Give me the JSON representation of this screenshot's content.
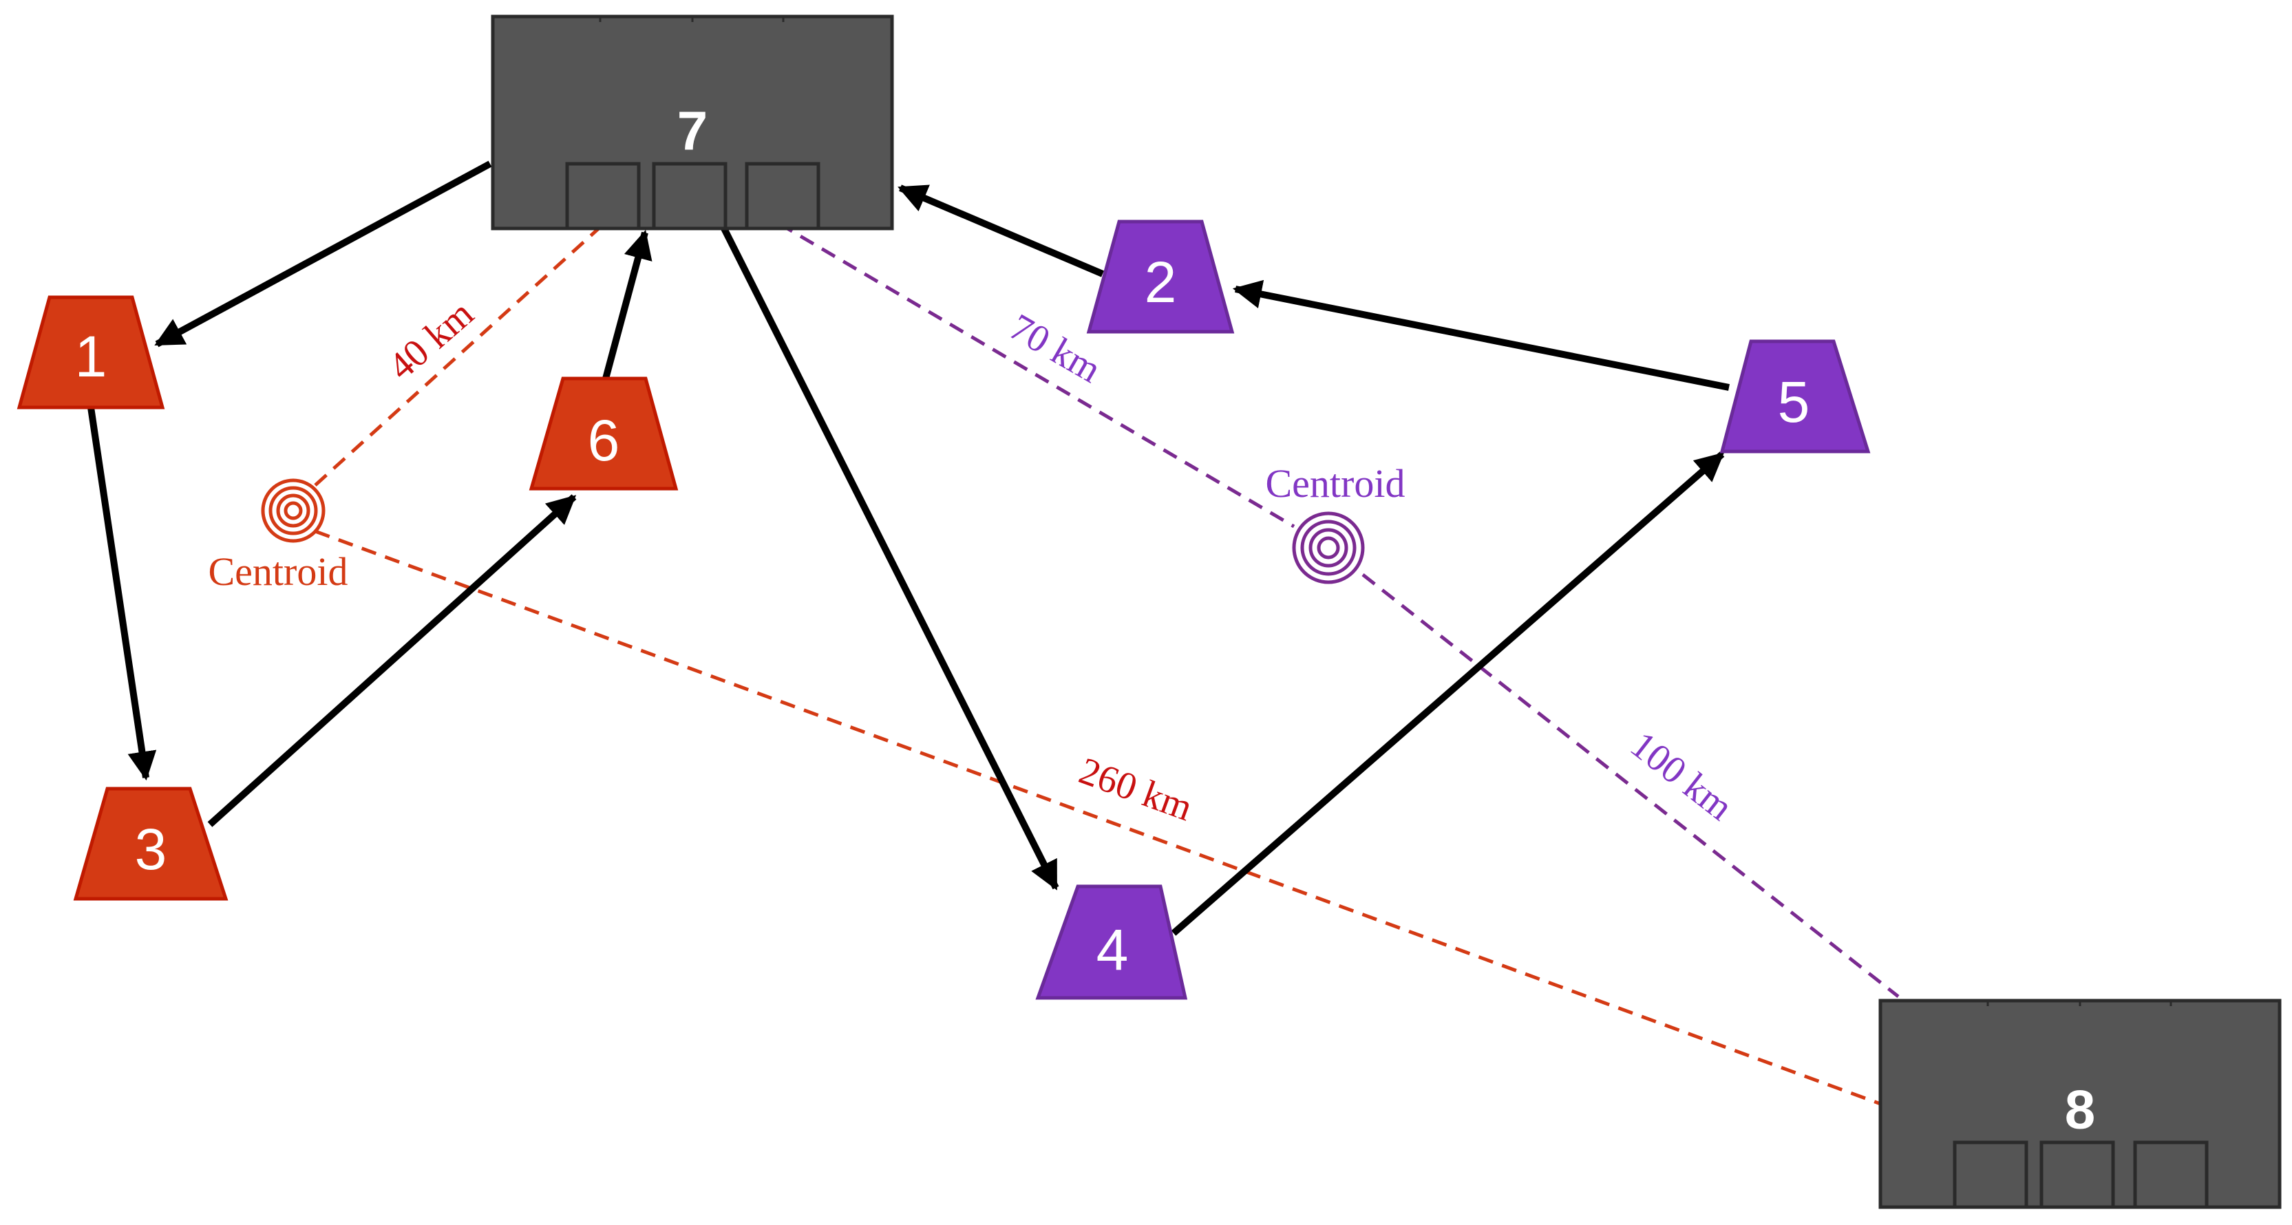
{
  "colors": {
    "red_cluster": "#d43a14",
    "red_stroke": "#c01a00",
    "red_label": "#c81010",
    "purple_cluster": "#8236c4",
    "purple_stroke": "#6a2a9a",
    "purple_dashed": "#7a2a90",
    "depot_fill": "#555555",
    "depot_stroke": "#2a2a2a",
    "arrow": "#000000"
  },
  "depots": [
    {
      "id": "7",
      "label": "7"
    },
    {
      "id": "8",
      "label": "8"
    }
  ],
  "nodes": [
    {
      "id": "1",
      "label": "1",
      "cluster": "red"
    },
    {
      "id": "2",
      "label": "2",
      "cluster": "purple"
    },
    {
      "id": "3",
      "label": "3",
      "cluster": "red"
    },
    {
      "id": "4",
      "label": "4",
      "cluster": "purple"
    },
    {
      "id": "5",
      "label": "5",
      "cluster": "purple"
    },
    {
      "id": "6",
      "label": "6",
      "cluster": "red"
    }
  ],
  "routes": [
    {
      "from": "7",
      "to": "1"
    },
    {
      "from": "1",
      "to": "3"
    },
    {
      "from": "3",
      "to": "6"
    },
    {
      "from": "6",
      "to": "7"
    },
    {
      "from": "7",
      "to": "4"
    },
    {
      "from": "4",
      "to": "5"
    },
    {
      "from": "5",
      "to": "2"
    },
    {
      "from": "2",
      "to": "7"
    }
  ],
  "centroids": [
    {
      "cluster": "red",
      "label": "Centroid",
      "icon": "target-icon"
    },
    {
      "cluster": "purple",
      "label": "Centroid",
      "icon": "target-icon"
    }
  ],
  "distances": [
    {
      "label": "40 km",
      "from": "red-centroid",
      "to": "7"
    },
    {
      "label": "260 km",
      "from": "red-centroid",
      "to": "8"
    },
    {
      "label": "70 km",
      "from": "purple-centroid",
      "to": "7"
    },
    {
      "label": "100 km",
      "from": "purple-centroid",
      "to": "8"
    }
  ]
}
